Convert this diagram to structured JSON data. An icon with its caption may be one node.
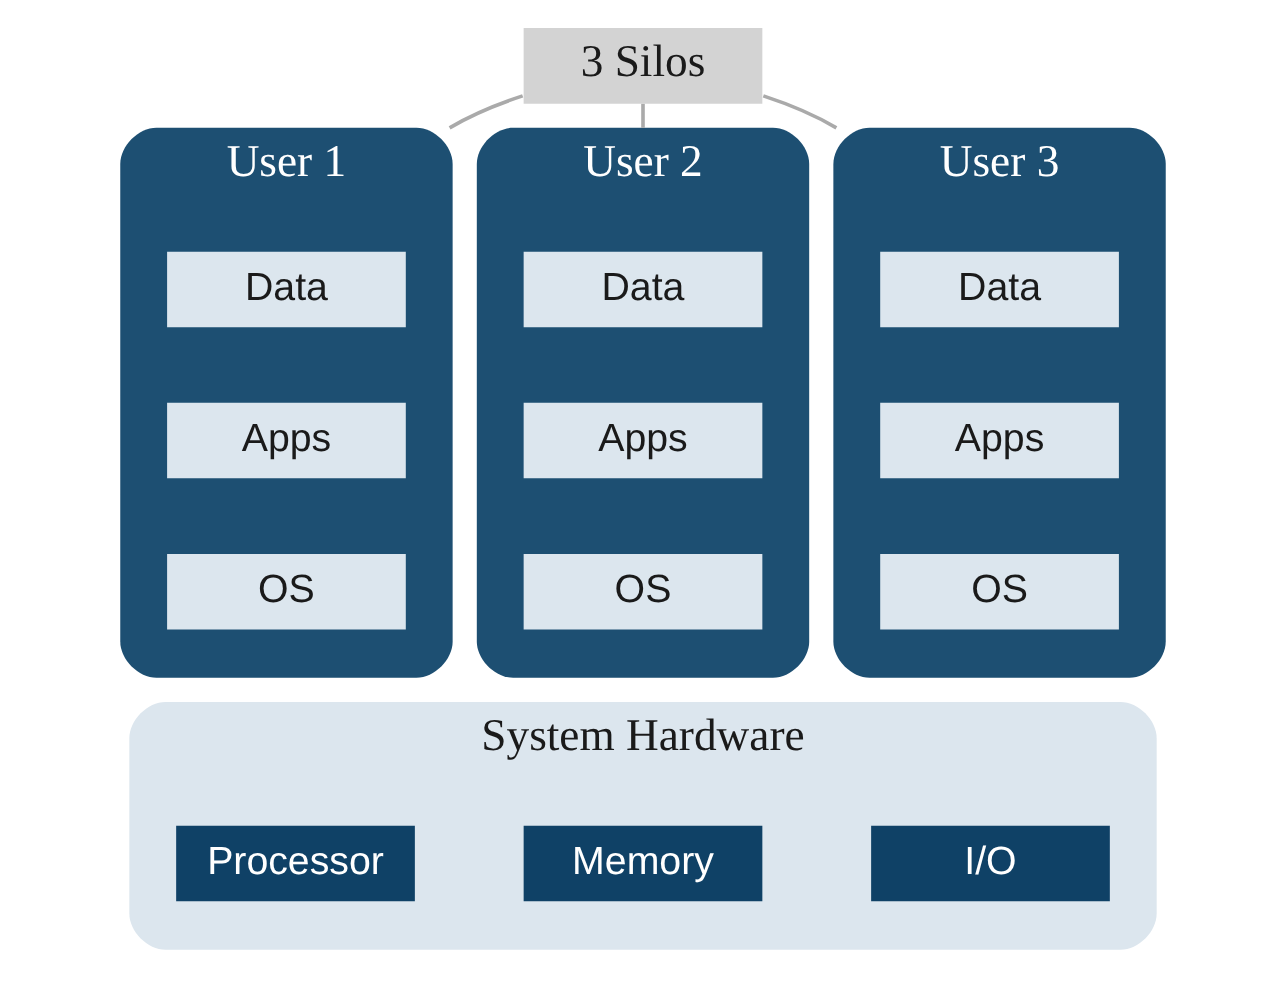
{
  "diagram": {
    "nodes": [
      {
        "text": [
          "3 Silos"
        ]
      },
      {
        "text": [
          "User 1"
        ]
      },
      {
        "text": [
          "Data"
        ],
        "in": 1
      },
      {
        "text": [
          "Apps"
        ],
        "in": 1
      },
      {
        "text": [
          "OS"
        ],
        "in": 1
      },
      {
        "text": [
          "User 2"
        ]
      },
      {
        "text": [
          "Data"
        ],
        "in": 5
      },
      {
        "text": [
          "Apps"
        ],
        "in": 5
      },
      {
        "text": [
          "OS"
        ],
        "in": 5
      },
      {
        "text": [
          "User 3"
        ]
      },
      {
        "text": [
          "Data"
        ],
        "in": 9
      },
      {
        "text": [
          "Apps"
        ],
        "in": 9
      },
      {
        "text": [
          "OS"
        ],
        "in": 9
      },
      {
        "text": [
          "System Hardware"
        ]
      },
      {
        "text": [
          "Processor"
        ],
        "in": 13
      },
      {
        "text": [
          "Memory"
        ],
        "in": 13
      },
      {
        "text": [
          "I/O"
        ],
        "in": 13
      }
    ],
    "edges": [
      {
        "from": 0,
        "to": 1,
        "arrow": "none"
      },
      {
        "from": 0,
        "to": 5,
        "arrow": "none"
      },
      {
        "from": 0,
        "to": 9,
        "arrow": "none"
      }
    ]
  }
}
